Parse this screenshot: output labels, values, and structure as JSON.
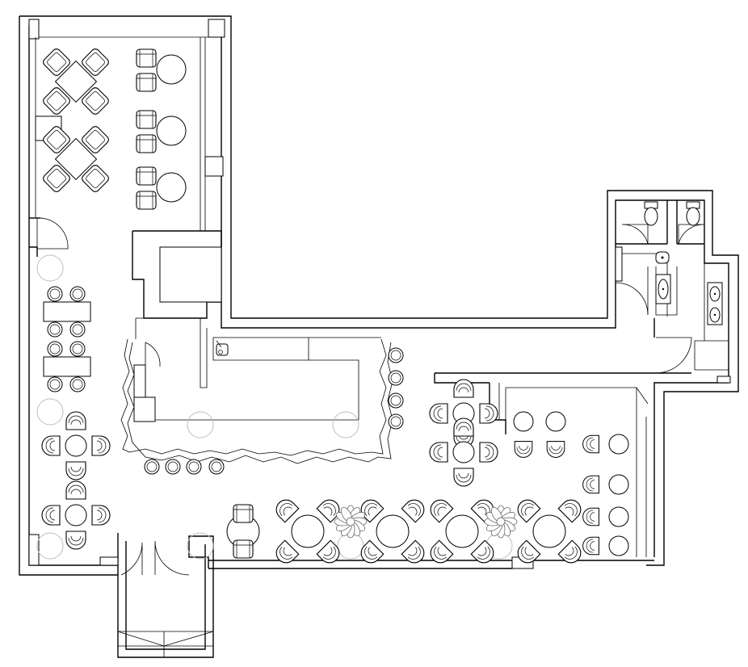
{
  "drawing": {
    "kind": "floor-plan",
    "style": "monochrome line drawing",
    "stroke_color": "#000000",
    "background_color": "#ffffff",
    "column_color": "#bdbdbd",
    "printed_text": []
  },
  "furniture": {
    "lounge_chairs": 8,
    "square_tables": 2,
    "round_tables": 23,
    "rect_tables": 2,
    "bar_stools": 17,
    "planters": 2,
    "toilets": 2,
    "washbasins": 3
  }
}
